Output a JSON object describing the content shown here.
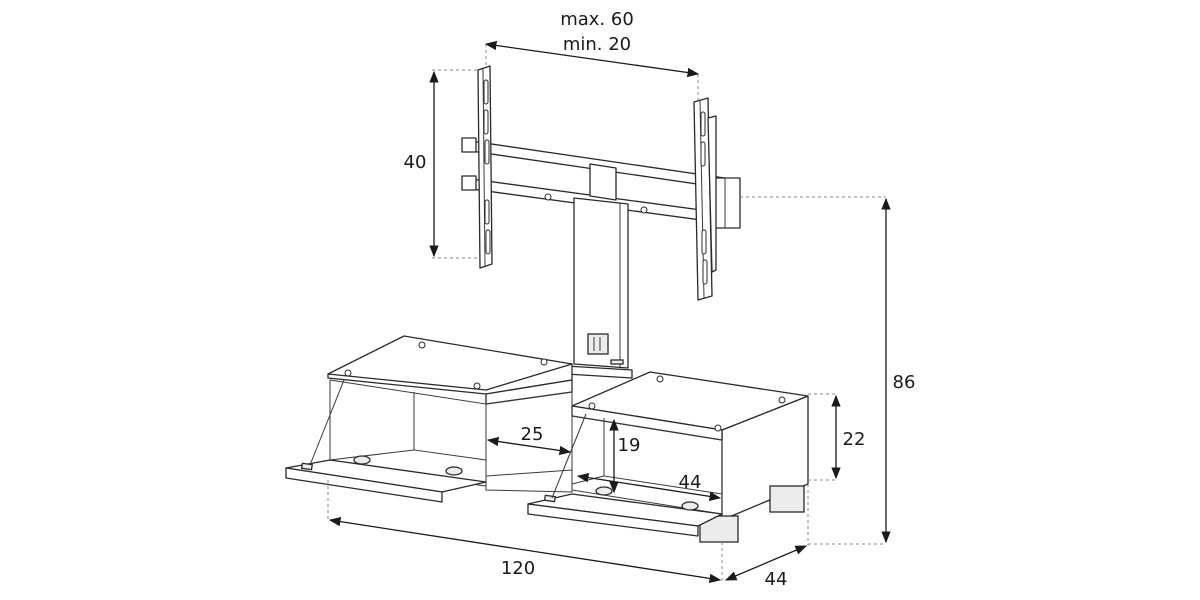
{
  "dimensions": {
    "vesa_width_max": "max. 60",
    "vesa_width_min": "min. 20",
    "vesa_height": "40",
    "total_height": "86",
    "cabinet_height": "22",
    "shelf_width": "25",
    "shelf_height": "19",
    "inner_depth": "44",
    "total_width": "120",
    "total_depth": "44"
  },
  "colors": {
    "line": "#2a2a2a",
    "dimension": "#1a1a1a",
    "extension": "#8a8a8a",
    "background": "#ffffff"
  }
}
